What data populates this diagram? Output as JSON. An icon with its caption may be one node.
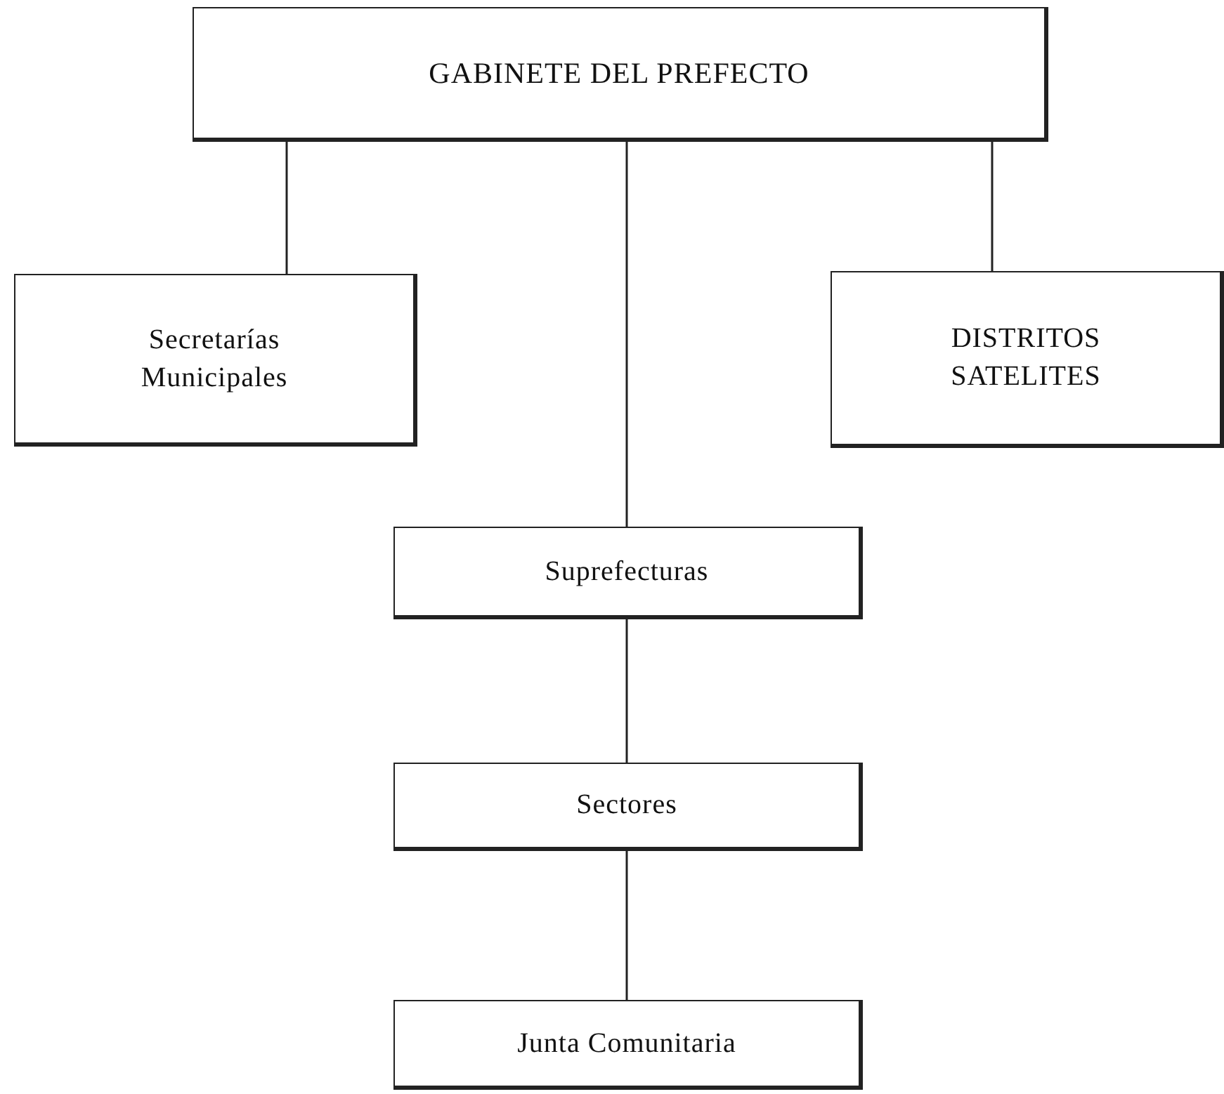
{
  "diagram": {
    "nodes": [
      {
        "text": [
          "GABINETE DEL PREFECTO"
        ]
      },
      {
        "text": [
          "Secretarías Municipales"
        ]
      },
      {
        "text": [
          "DISTRITOS SATELITES"
        ]
      },
      {
        "text": [
          "Suprefecturas"
        ]
      },
      {
        "text": [
          "Sectores"
        ]
      },
      {
        "text": [
          "Junta Comunitaria"
        ]
      }
    ],
    "edges": [
      {
        "from": 0,
        "to": 1,
        "arrow": "none"
      },
      {
        "from": 0,
        "to": 3,
        "arrow": "none"
      },
      {
        "from": 0,
        "to": 2,
        "arrow": "none"
      },
      {
        "from": 3,
        "to": 4,
        "arrow": "none"
      },
      {
        "from": 4,
        "to": 5,
        "arrow": "none"
      }
    ]
  }
}
